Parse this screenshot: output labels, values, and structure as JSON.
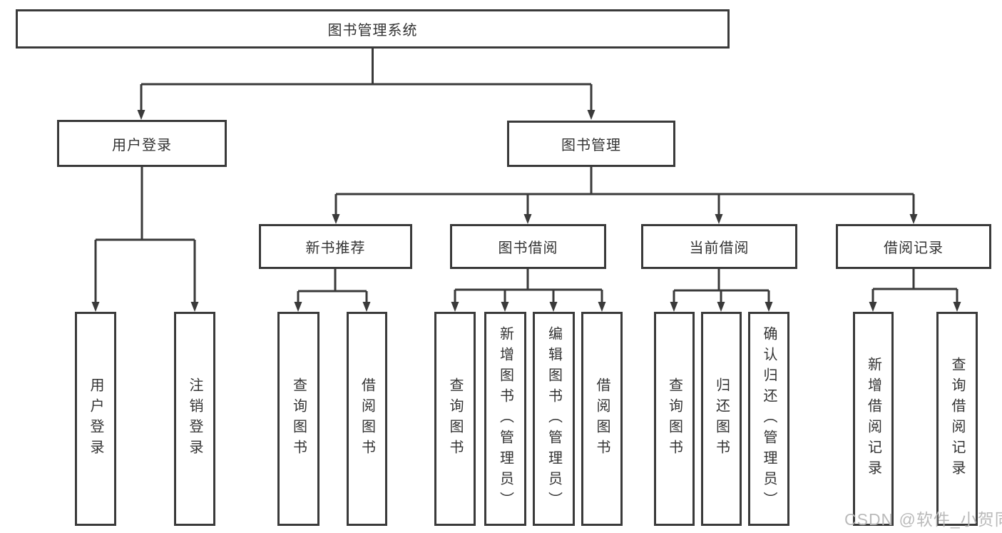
{
  "colors": {
    "line": "#3a3a3a",
    "box_border": "#3a3a3a",
    "box_background": "#ffffff",
    "text": "#333333",
    "watermark": "#b6b6b6"
  },
  "tree": {
    "root": {
      "label": "图书管理系统"
    },
    "branches": [
      {
        "label": "用户登录",
        "children": [
          "用户登录",
          "注销登录"
        ]
      },
      {
        "label": "图书管理",
        "groups": [
          {
            "label": "新书推荐",
            "children": [
              "查询图书",
              "借阅图书"
            ]
          },
          {
            "label": "图书借阅",
            "children": [
              "查询图书",
              "新增图书（管理员）",
              "编辑图书（管理员）",
              "借阅图书"
            ]
          },
          {
            "label": "当前借阅",
            "children": [
              "查询图书",
              "归还图书",
              "确认归还（管理员）"
            ]
          },
          {
            "label": "借阅记录",
            "children": [
              "新增借阅记录",
              "查询借阅记录"
            ]
          }
        ]
      }
    ]
  },
  "watermark": {
    "text": "CSDN @软件_小贺同学"
  }
}
